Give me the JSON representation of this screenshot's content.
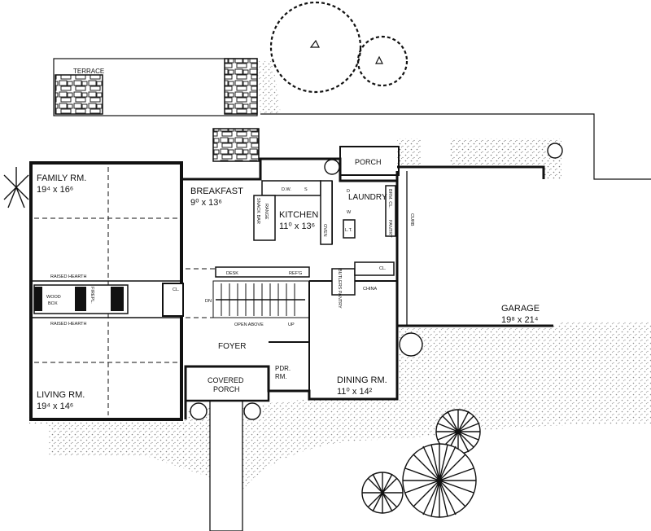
{
  "rooms": {
    "family": {
      "name": "FAMILY RM.",
      "size": "19⁴ x 16⁶"
    },
    "living": {
      "name": "LIVING RM.",
      "size": "19⁴ x 14⁶"
    },
    "breakfast": {
      "name": "BREAKFAST",
      "size": "9⁰ x 13⁶"
    },
    "kitchen": {
      "name": "KITCHEN",
      "size": "11⁰ x 13⁶"
    },
    "dining": {
      "name": "DINING RM.",
      "size": "11⁰ x 14²"
    },
    "garage": {
      "name": "GARAGE",
      "size": "19⁸ x 21⁴"
    },
    "laundry": {
      "name": "LAUNDRY"
    },
    "porch": {
      "name": "PORCH"
    },
    "foyer": {
      "name": "FOYER"
    },
    "covered_porch": {
      "line1": "COVERED",
      "line2": "PORCH"
    },
    "pdr": {
      "line1": "PDR.",
      "line2": "RM."
    },
    "terrace": {
      "name": "TERRACE"
    }
  },
  "fixtures": {
    "raised_hearth": "RAISED HEARTH",
    "wood_box": {
      "line1": "WOOD",
      "line2": "BOX"
    },
    "fireplace": "FIREPL.",
    "desk": "DESK",
    "refg": "REF'G",
    "open_above": "OPEN ABOVE",
    "up": "UP",
    "dn": "DN",
    "cl": "CL.",
    "china": "CHINA",
    "butlers_pantry": "BUTLERS PANTRY",
    "pantry": "PANTRY",
    "brm_cl": "BRM. CL.",
    "curb": "CURB",
    "oven": "OVEN",
    "range": "RANGE",
    "snack_bar": "SNACK BAR",
    "dw": "D.W.",
    "s": "S",
    "d": "D",
    "w": "W",
    "lt": "L.T."
  }
}
